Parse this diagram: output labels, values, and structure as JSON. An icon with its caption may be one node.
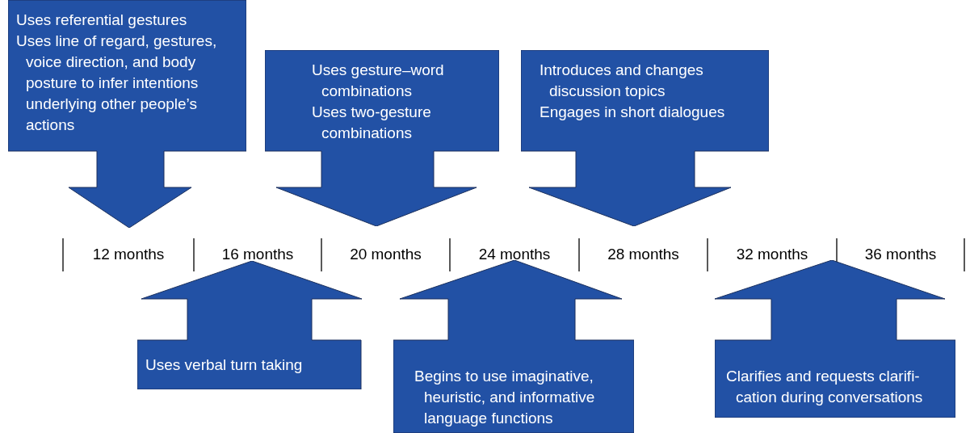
{
  "diagram": {
    "nodes": [
      {
        "text": [
          "Uses referential gestures",
          "Uses line of regard, gestures, voice direction, and body posture to infer intentions underlying other people’s actions"
        ]
      },
      {
        "text": [
          "Uses gesture–word combinations",
          "Uses two-gesture combinations"
        ]
      },
      {
        "text": [
          "Introduces and changes discussion topics",
          "Engages in short dialogues"
        ]
      },
      {
        "text": [
          "Uses verbal turn taking"
        ]
      },
      {
        "text": [
          "Begins to use imaginative, heuristic, and informative language functions"
        ]
      },
      {
        "text": [
          "Clarifies and requests clarifi-cation during conversations"
        ]
      }
    ],
    "labels": [
      "12 months",
      "16 months",
      "20 months",
      "24 months",
      "28 months",
      "32 months",
      "36 months"
    ]
  }
}
